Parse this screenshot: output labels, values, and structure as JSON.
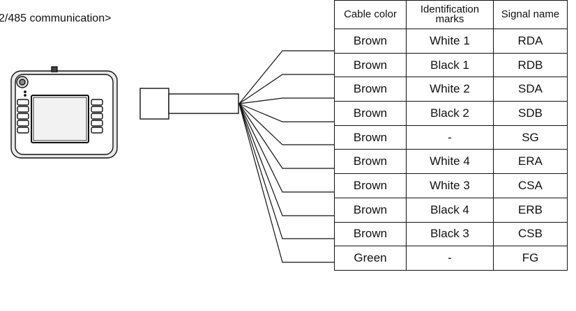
{
  "caption": "2/485 communication>",
  "table": {
    "headers": {
      "cable_color": "Cable color",
      "identification_marks": "Identification marks",
      "signal_name": "Signal name"
    },
    "rows": [
      {
        "cable_color": "Brown",
        "identification_marks": "White 1",
        "signal_name": "RDA"
      },
      {
        "cable_color": "Brown",
        "identification_marks": "Black 1",
        "signal_name": "RDB"
      },
      {
        "cable_color": "Brown",
        "identification_marks": "White 2",
        "signal_name": "SDA"
      },
      {
        "cable_color": "Brown",
        "identification_marks": "Black 2",
        "signal_name": "SDB"
      },
      {
        "cable_color": "Brown",
        "identification_marks": "-",
        "signal_name": "SG"
      },
      {
        "cable_color": "Brown",
        "identification_marks": "White 4",
        "signal_name": "ERA"
      },
      {
        "cable_color": "Brown",
        "identification_marks": "White 3",
        "signal_name": "CSA"
      },
      {
        "cable_color": "Brown",
        "identification_marks": "Black 4",
        "signal_name": "ERB"
      },
      {
        "cable_color": "Brown",
        "identification_marks": "Black 3",
        "signal_name": "CSB"
      },
      {
        "cable_color": "Green",
        "identification_marks": "-",
        "signal_name": "FG"
      }
    ]
  }
}
